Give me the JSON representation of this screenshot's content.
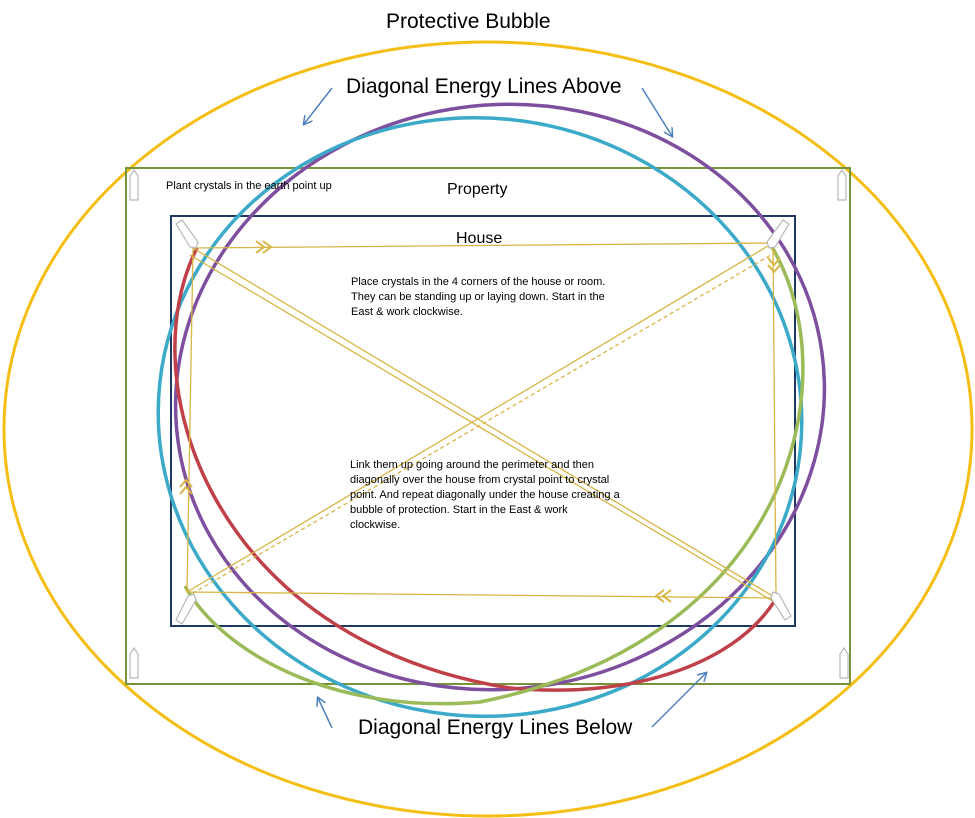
{
  "title": "Protective Bubble",
  "labels": {
    "energy_above": "Diagonal Energy Lines Above",
    "energy_below": "Diagonal Energy Lines Below",
    "property": "Property",
    "house": "House",
    "plant_note": "Plant crystals in the earth point up",
    "corners_note": "Place crystals in the 4 corners of the house or room. They can be standing up or laying down. Start in the East & work clockwise.",
    "link_note": "Link them up going around the perimeter and then diagonally over the house from crystal point to crystal point. And repeat diagonally under the house creating a bubble of protection. Start in the East & work clockwise."
  },
  "colors": {
    "bubble": "#F5BE14",
    "property": "#77933C",
    "house": "#1F3864",
    "purple": "#7E4F9E",
    "blue": "#3BA9C8",
    "red": "#C0404A",
    "green": "#9BBB59",
    "link": "#D8B545",
    "arrow": "#4F81BD",
    "crystal": "#B8B8B8"
  }
}
